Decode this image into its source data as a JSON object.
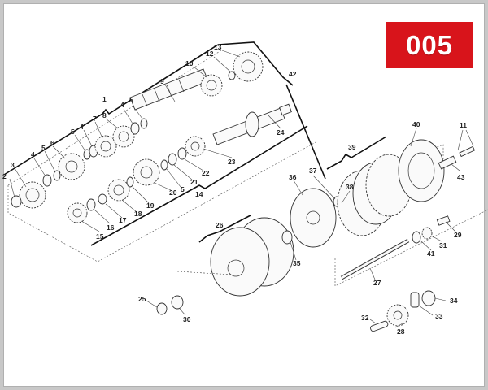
{
  "diagram": {
    "page_badge": "005",
    "colors": {
      "badge_bg": "#d8141b",
      "badge_text": "#ffffff",
      "frame_border": "#c8c8c8",
      "background": "#ffffff"
    },
    "groups": [
      {
        "id": "1",
        "label": "1"
      },
      {
        "id": "14",
        "label": "14"
      },
      {
        "id": "26",
        "label": "26"
      },
      {
        "id": "39",
        "label": "39"
      },
      {
        "id": "42",
        "label": "42"
      }
    ],
    "parts": {
      "p2": "2",
      "p3": "3",
      "p4a": "4",
      "p5a": "5",
      "p6": "6",
      "p5b": "5",
      "p4b": "4",
      "p7": "7",
      "p8": "8",
      "p4c": "4",
      "p5c": "5",
      "p9": "9",
      "p10": "10",
      "p12": "12",
      "p13": "13",
      "p15": "15",
      "p16": "16",
      "p17": "17",
      "p18": "18",
      "p19": "19",
      "p20": "20",
      "p5d": "5",
      "p21": "21",
      "p22": "22",
      "p23": "23",
      "p24": "24",
      "p25": "25",
      "p27": "27",
      "p28": "28",
      "p29": "29",
      "p30": "30",
      "p31": "31",
      "p32": "32",
      "p33": "33",
      "p34": "34",
      "p35": "35",
      "p36": "36",
      "p37": "37",
      "p38": "38",
      "p40": "40",
      "p41": "41",
      "p11": "11",
      "p43": "43"
    }
  }
}
